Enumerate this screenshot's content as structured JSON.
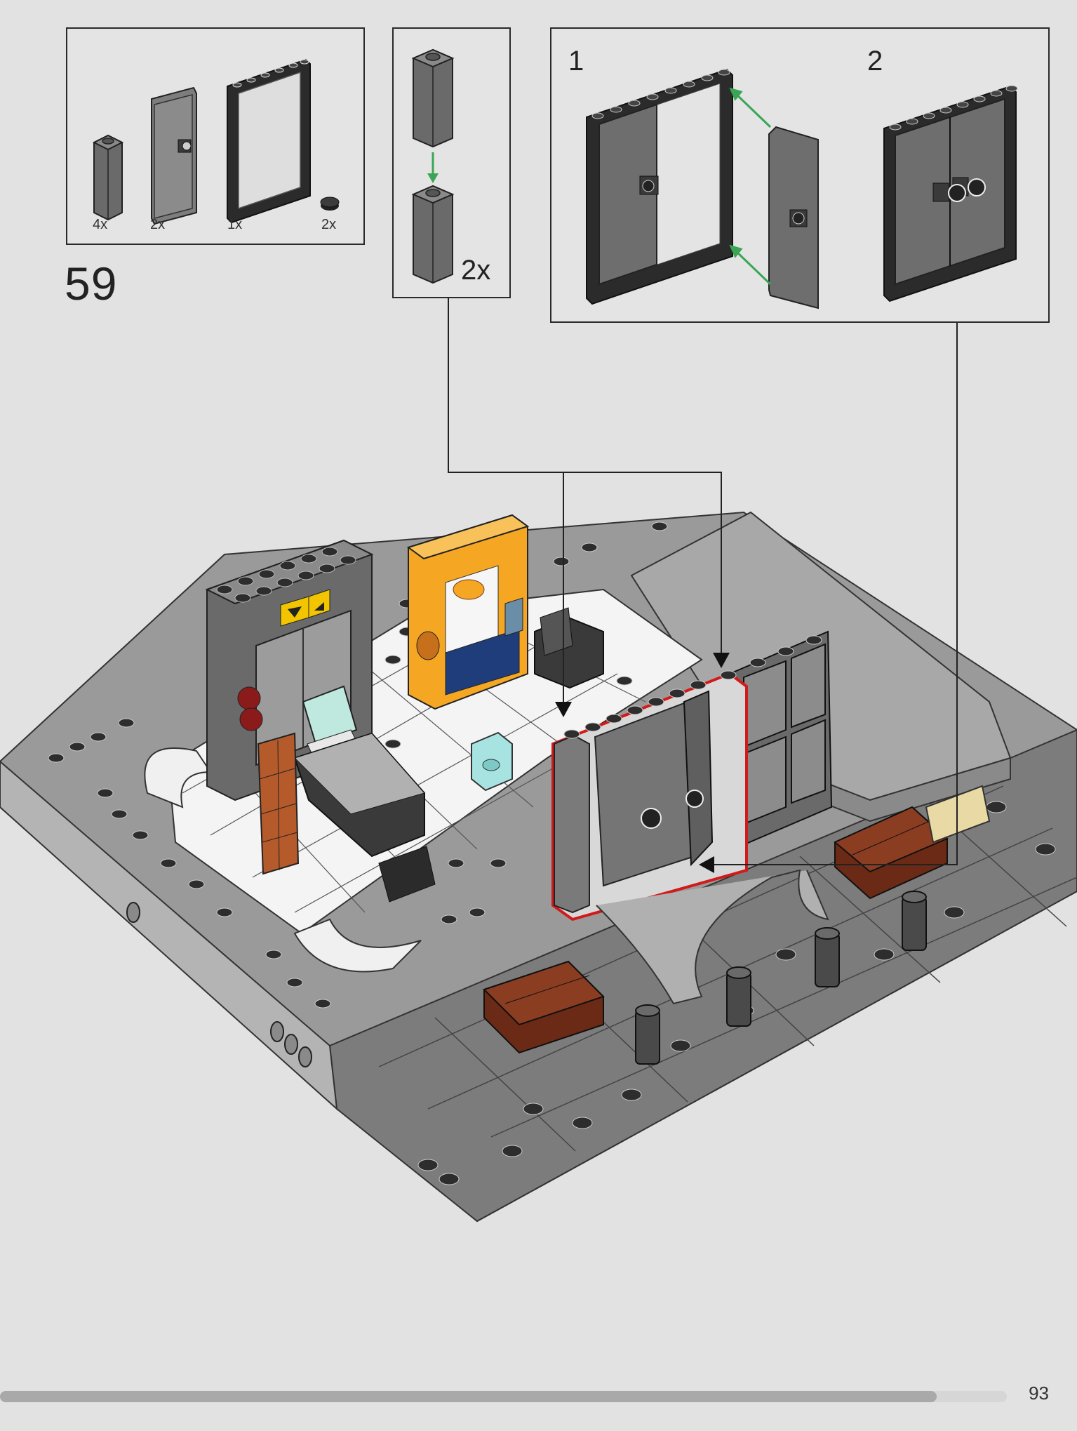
{
  "step": {
    "number": "59"
  },
  "parts_list": [
    {
      "qty": "4x",
      "name": "brick-1x1x3-dark-gray-icon"
    },
    {
      "qty": "2x",
      "name": "door-panel-trans-black-icon"
    },
    {
      "qty": "1x",
      "name": "door-frame-1x6x6-black-icon"
    },
    {
      "qty": "2x",
      "name": "round-tile-1x1-black-icon"
    }
  ],
  "sub_assembly_a": {
    "multiplier": "2x"
  },
  "sub_assembly_b": {
    "substeps": [
      "1",
      "2"
    ]
  },
  "footer": {
    "page_number": "93",
    "progress": 0.93
  },
  "colors": {
    "background": "#e2e2e2",
    "frame_black": "#2b2b2b",
    "dark_gray": "#5b5b5b",
    "mid_gray": "#8e8e8e",
    "light_gray": "#c4c4c4",
    "white_tile": "#f3f3f3",
    "orange": "#f5a623",
    "brown": "#7a3a22",
    "rust": "#b55a2a",
    "red_highlight": "#d11a1a",
    "green_arrow": "#3aa655",
    "tan": "#e9d9a5"
  }
}
